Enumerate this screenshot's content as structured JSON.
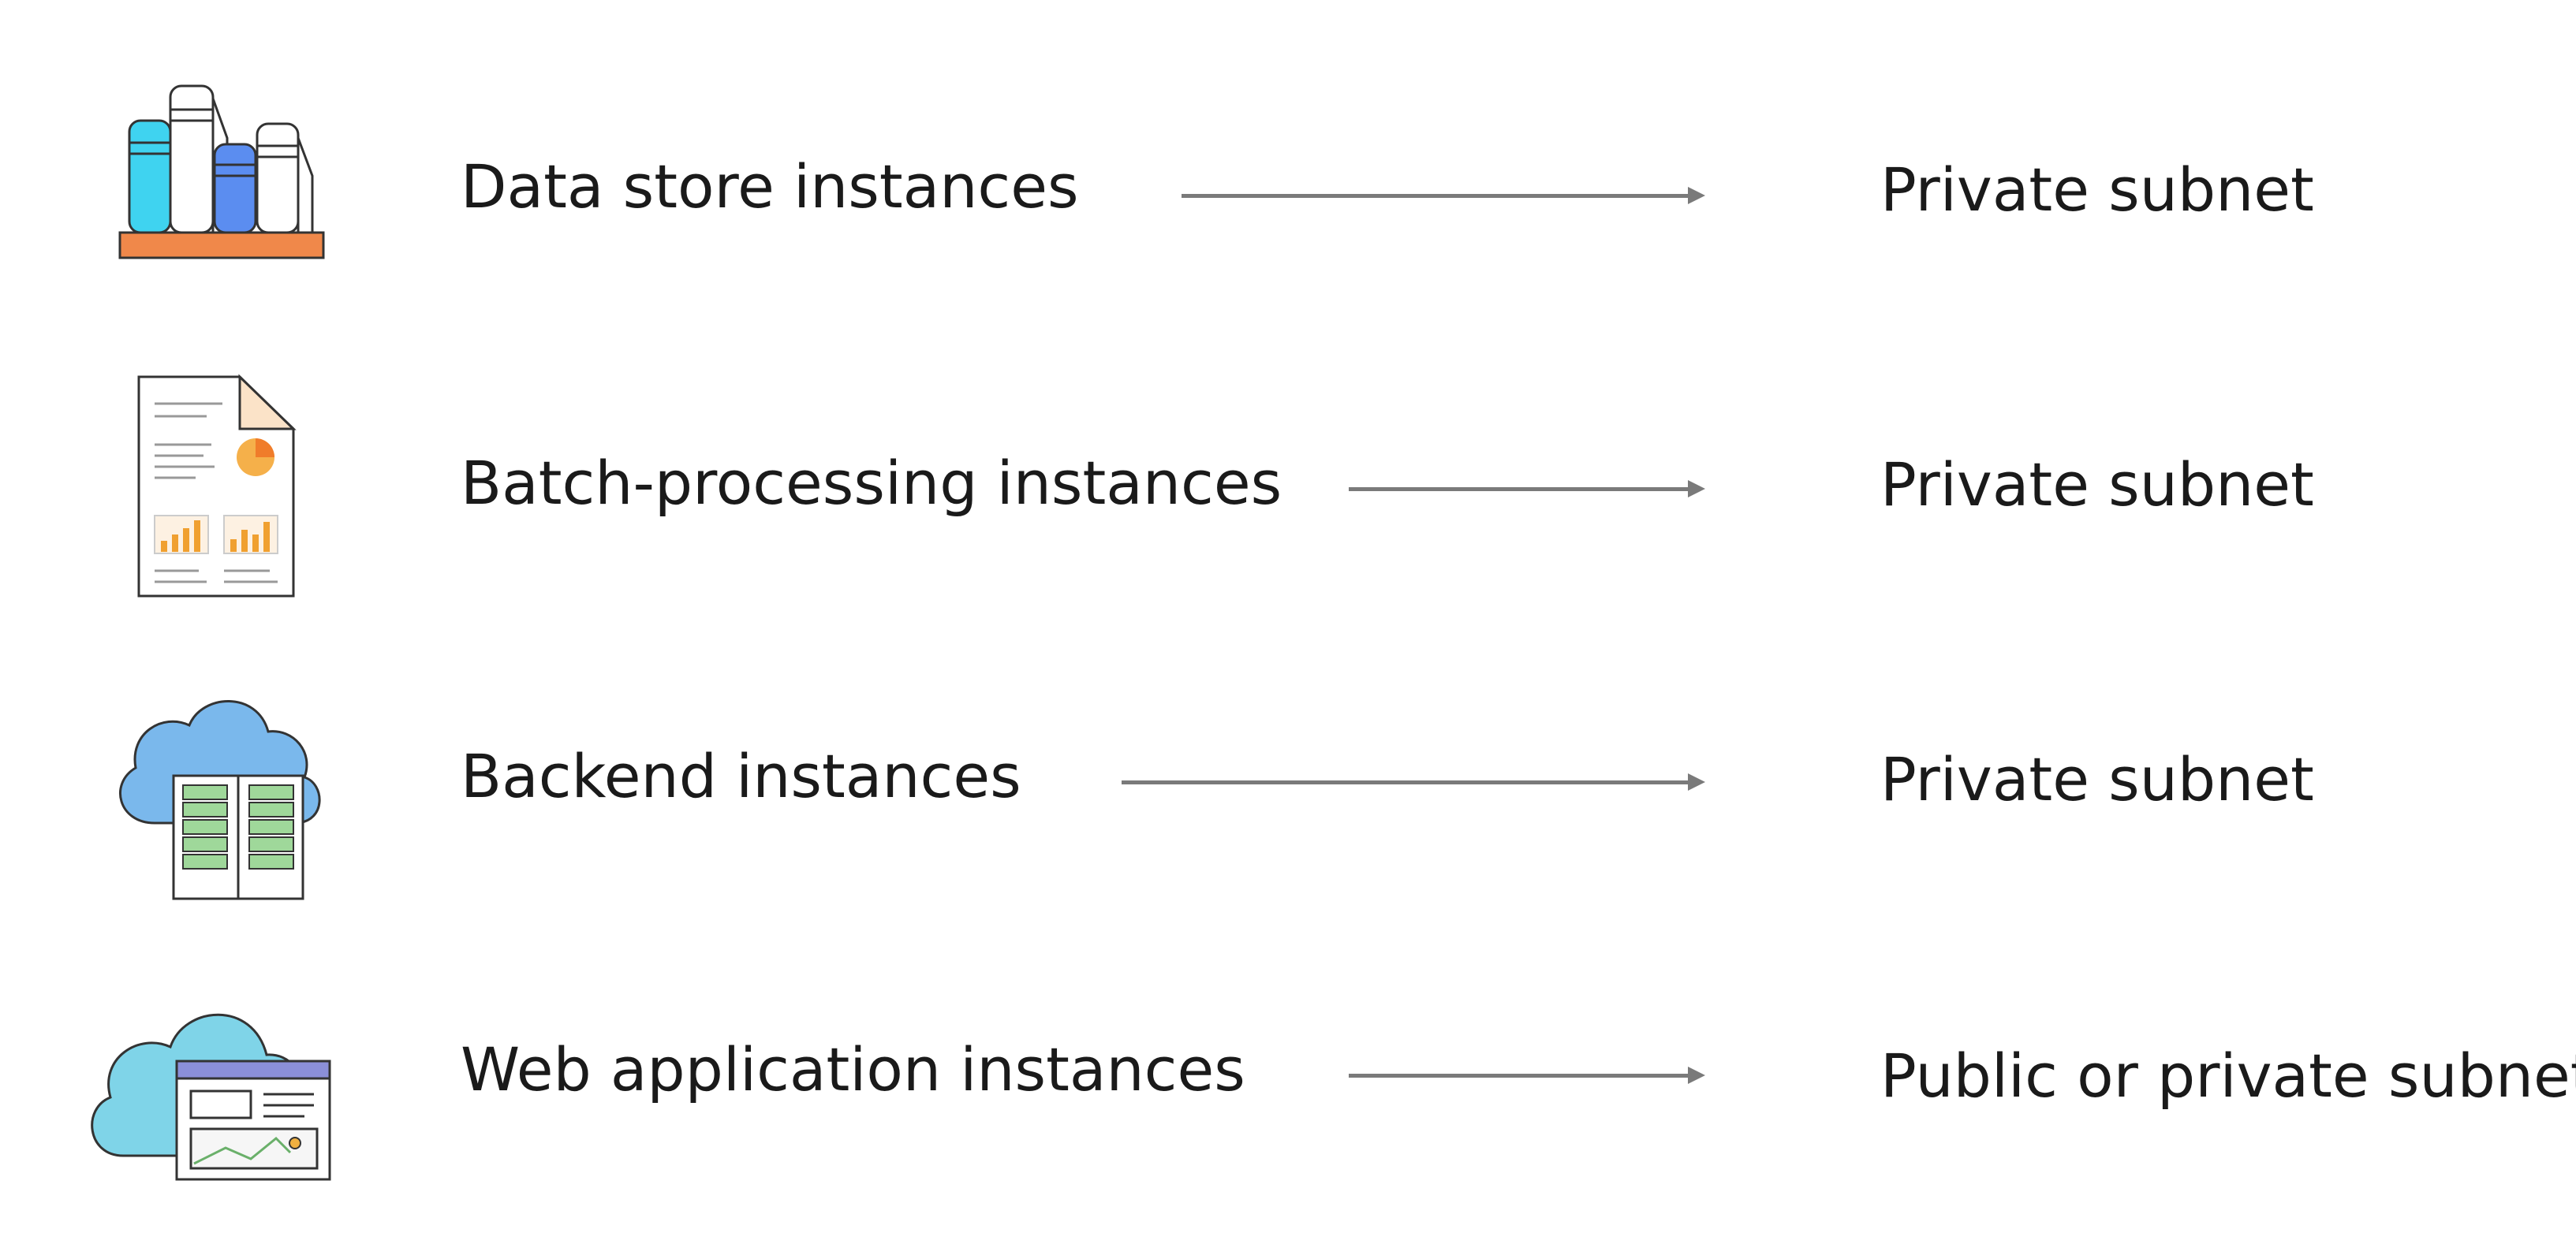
{
  "rows": [
    {
      "label": "Data store instances",
      "target": "Private subnet",
      "icon": "books-database-icon"
    },
    {
      "label": "Batch-processing instances",
      "target": "Private subnet",
      "icon": "report-document-icon"
    },
    {
      "label": "Backend instances",
      "target": "Private subnet",
      "icon": "cloud-server-icon"
    },
    {
      "label": "Web application instances",
      "target": "Public or private subnet",
      "icon": "cloud-web-app-icon"
    }
  ],
  "colors": {
    "arrow": "#7a7a7a",
    "cyan": "#3fd3f0",
    "blue": "#5b8df0",
    "orange": "#f0884a",
    "cloud_blue": "#7ab8ec",
    "cloud_cyan": "#7fd4e8",
    "green": "#9fd89a"
  }
}
